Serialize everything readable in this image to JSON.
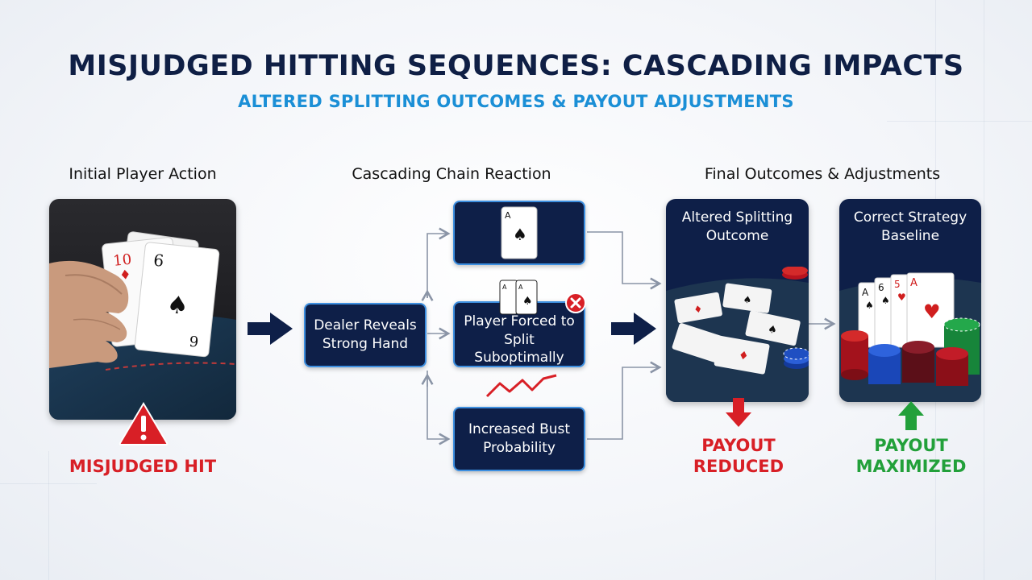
{
  "header": {
    "title": "MISJUDGED HITTING SEQUENCES: CASCADING IMPACTS",
    "subtitle": "ALTERED SPLITTING OUTCOMES & PAYOUT ADJUSTMENTS"
  },
  "sections": {
    "initial": "Initial Player Action",
    "chain": "Cascading Chain Reaction",
    "final": "Final Outcomes & Adjustments"
  },
  "initial_card": {
    "card_left_rank": "10",
    "card_right_rank": "6",
    "alert_label": "MISJUDGED HIT"
  },
  "chain": {
    "dealer_node": "Dealer Reveals Strong Hand",
    "split_node": "Player Forced to Split Suboptimally",
    "bust_node": "Increased Bust Probability",
    "ace_card_rank": "A"
  },
  "outcomes": {
    "altered": {
      "title": "Altered Splitting Outcome",
      "result": "PAYOUT REDUCED"
    },
    "correct": {
      "title": "Correct Strategy Baseline",
      "result": "PAYOUT MAXIMIZED",
      "card_ranks": [
        "A",
        "6",
        "5",
        "A"
      ]
    }
  },
  "colors": {
    "navy": "#0e1f48",
    "accent_blue": "#1b8fd6",
    "node_border": "#3d8fe0",
    "alert_red": "#d81f26",
    "success_green": "#22a03a"
  }
}
